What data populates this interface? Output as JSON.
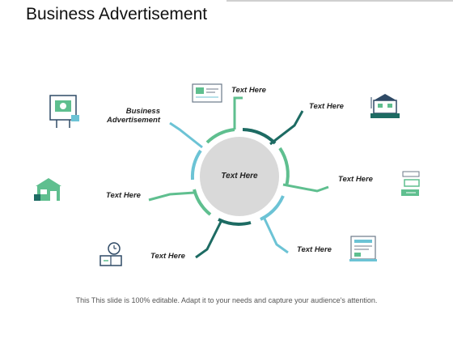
{
  "slide": {
    "title": "Business Advertisement",
    "center_label": "Text Here",
    "labels": {
      "top": "Text Here",
      "top_right": "Text Here",
      "right": "Text Here",
      "bottom_right": "Text Here",
      "bottom": "Text Here",
      "left": "Text Here",
      "top_left_line1": "Business",
      "top_left_line2": "Advertisement"
    },
    "footer": "This This slide is 100% editable. Adapt it to your needs and capture your audience's attention."
  },
  "colors": {
    "teal_dark": "#1d6b63",
    "teal_green": "#5fbf8f",
    "sky_blue": "#6cc3d5",
    "center_fill": "#d9d9d9",
    "icon_dark": "#2f4a66"
  },
  "icons": [
    "billboard-icon",
    "presentation-board-icon",
    "storefront-icon",
    "megaphone-icon",
    "shop-building-icon",
    "clock-book-icon",
    "document-report-icon"
  ]
}
